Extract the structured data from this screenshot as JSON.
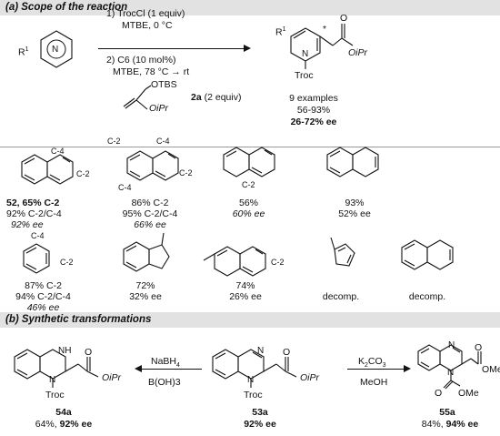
{
  "section_a": {
    "title": "(a) Scope of the reaction"
  },
  "section_b": {
    "title": "(b) Synthetic transformations"
  },
  "scheme": {
    "r1": "R",
    "r1_sup": "1",
    "n": "N",
    "step1": "1) TrocCl (1 equiv)",
    "step1b": "MTBE, 0 °C",
    "step2": "2) C6 (10 mol%)",
    "step2b": "MTBE, 78 °C → rt",
    "otbs": "OTBS",
    "oipr": "OiPr",
    "reagent_label": "2a",
    "reagent_equiv": "(2 equiv)",
    "product_o": "O",
    "product_oipr": "OiPr",
    "product_troc": "Troc",
    "star": "*",
    "examples": "9 examples",
    "yield_range": "56-93%",
    "ee_range": "26-72% ee"
  },
  "substrates": [
    {
      "id": "quinazoline",
      "labels": [
        "C-4",
        "C-2"
      ],
      "lines": [
        "52, 65% C-2",
        "92% C-2/C-4",
        "92% ee"
      ]
    },
    {
      "id": "naphthyridine-15",
      "labels": [
        "C-2",
        "C-4",
        "C-4",
        "C-2"
      ],
      "lines": [
        "86% C-2",
        "95% C-2/C-4",
        "66% ee"
      ]
    },
    {
      "id": "naphthyridine-16",
      "labels": [
        "C-2"
      ],
      "lines": [
        "56%",
        "60% ee"
      ]
    },
    {
      "id": "phthalazine",
      "labels": [],
      "lines": [
        "93%",
        "52% ee"
      ]
    },
    {
      "id": "pyridazine",
      "labels": [
        "C-4",
        "C-2"
      ],
      "lines": [
        "87% C-2",
        "94% C-2/C-4",
        "46% ee"
      ]
    },
    {
      "id": "methylbenzimidazole",
      "labels": [],
      "lines": [
        "72%",
        "32% ee"
      ]
    },
    {
      "id": "methyl-naphthyridine",
      "labels": [
        "C-2"
      ],
      "lines": [
        "74%",
        "26% ee"
      ]
    },
    {
      "id": "methylpyrazole",
      "labels": [],
      "lines": [
        "decomp."
      ]
    },
    {
      "id": "quinoxaline",
      "labels": [],
      "lines": [
        "decomp."
      ]
    }
  ],
  "transform": {
    "left": {
      "reagent1": "NaBH4",
      "reagent2": "B(OH)3",
      "name": "54a",
      "yield": "64%, ",
      "ee": "92% ee",
      "oipr": "OiPr",
      "troc": "Troc",
      "nh": "NH",
      "o": "O",
      "n": "N"
    },
    "center": {
      "name": "53a",
      "ee": "92% ee",
      "oipr": "OiPr",
      "troc": "Troc",
      "o": "O",
      "n": "N"
    },
    "right": {
      "reagent1": "K2CO3",
      "reagent2": "MeOH",
      "name": "55a",
      "yield": "84%, ",
      "ee": "94% ee",
      "ome": "OMe",
      "ome2": "OMe",
      "o": "O",
      "n": "N"
    }
  }
}
